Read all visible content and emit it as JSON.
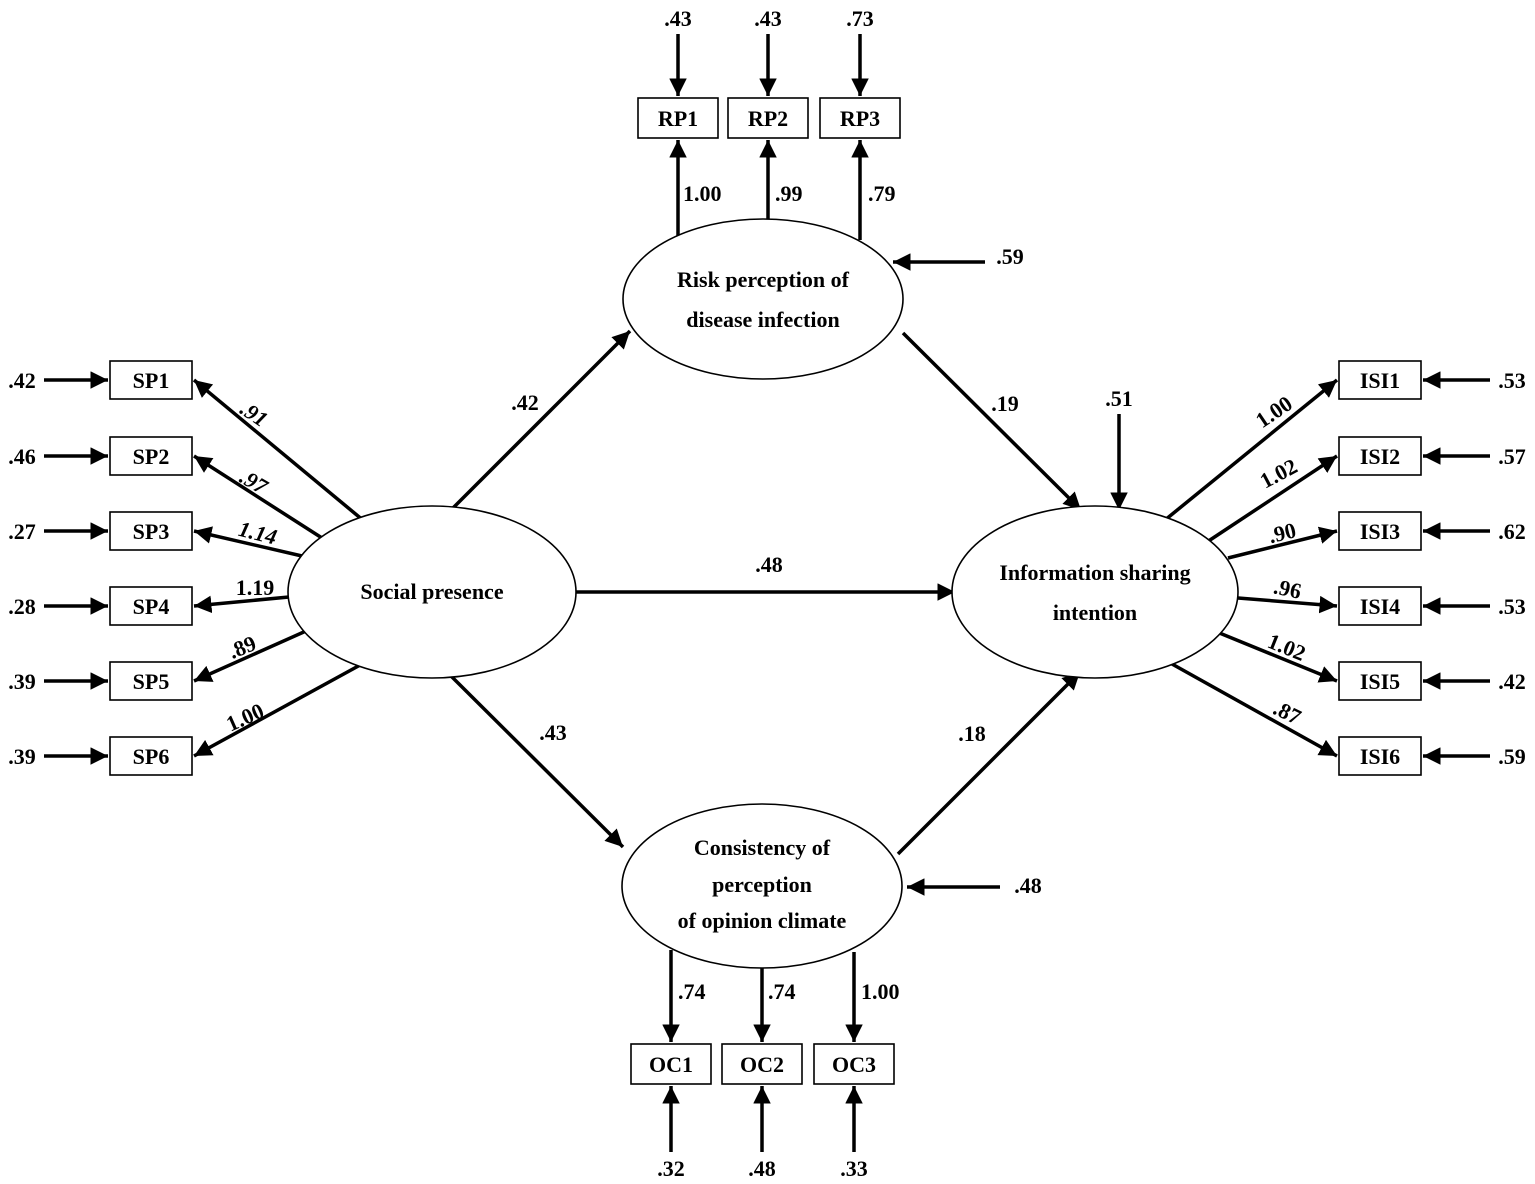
{
  "colors": {
    "ink": "#000000",
    "background": "#ffffff"
  },
  "latent": {
    "sp": {
      "lines": [
        "Social presence"
      ]
    },
    "rp": {
      "lines": [
        "Risk perception of",
        "disease infection"
      ]
    },
    "oc": {
      "lines": [
        "Consistency of",
        "perception",
        "of opinion climate"
      ]
    },
    "isi": {
      "lines": [
        "Information sharing",
        "intention"
      ]
    }
  },
  "indicators": {
    "sp": [
      {
        "label": "SP1",
        "loading": ".91",
        "error": ".42"
      },
      {
        "label": "SP2",
        "loading": ".97",
        "error": ".46"
      },
      {
        "label": "SP3",
        "loading": "1.14",
        "error": ".27"
      },
      {
        "label": "SP4",
        "loading": "1.19",
        "error": ".28"
      },
      {
        "label": "SP5",
        "loading": ".89",
        "error": ".39"
      },
      {
        "label": "SP6",
        "loading": "1.00",
        "error": ".39"
      }
    ],
    "rp": [
      {
        "label": "RP1",
        "loading": "1.00",
        "error": ".43"
      },
      {
        "label": "RP2",
        "loading": ".99",
        "error": ".43"
      },
      {
        "label": "RP3",
        "loading": ".79",
        "error": ".73"
      }
    ],
    "oc": [
      {
        "label": "OC1",
        "loading": ".74",
        "error": ".32"
      },
      {
        "label": "OC2",
        "loading": ".74",
        "error": ".48"
      },
      {
        "label": "OC3",
        "loading": "1.00",
        "error": ".33"
      }
    ],
    "isi": [
      {
        "label": "ISI1",
        "loading": "1.00",
        "error": ".53"
      },
      {
        "label": "ISI2",
        "loading": "1.02",
        "error": ".57"
      },
      {
        "label": "ISI3",
        "loading": ".90",
        "error": ".62"
      },
      {
        "label": "ISI4",
        "loading": ".96",
        "error": ".53"
      },
      {
        "label": "ISI5",
        "loading": "1.02",
        "error": ".42"
      },
      {
        "label": "ISI6",
        "loading": ".87",
        "error": ".59"
      }
    ]
  },
  "paths": {
    "sp_rp": ".42",
    "sp_oc": ".43",
    "sp_isi": ".48",
    "rp_isi": ".19",
    "oc_isi": ".18"
  },
  "disturbances": {
    "rp": ".59",
    "oc": ".48",
    "isi": ".51"
  }
}
